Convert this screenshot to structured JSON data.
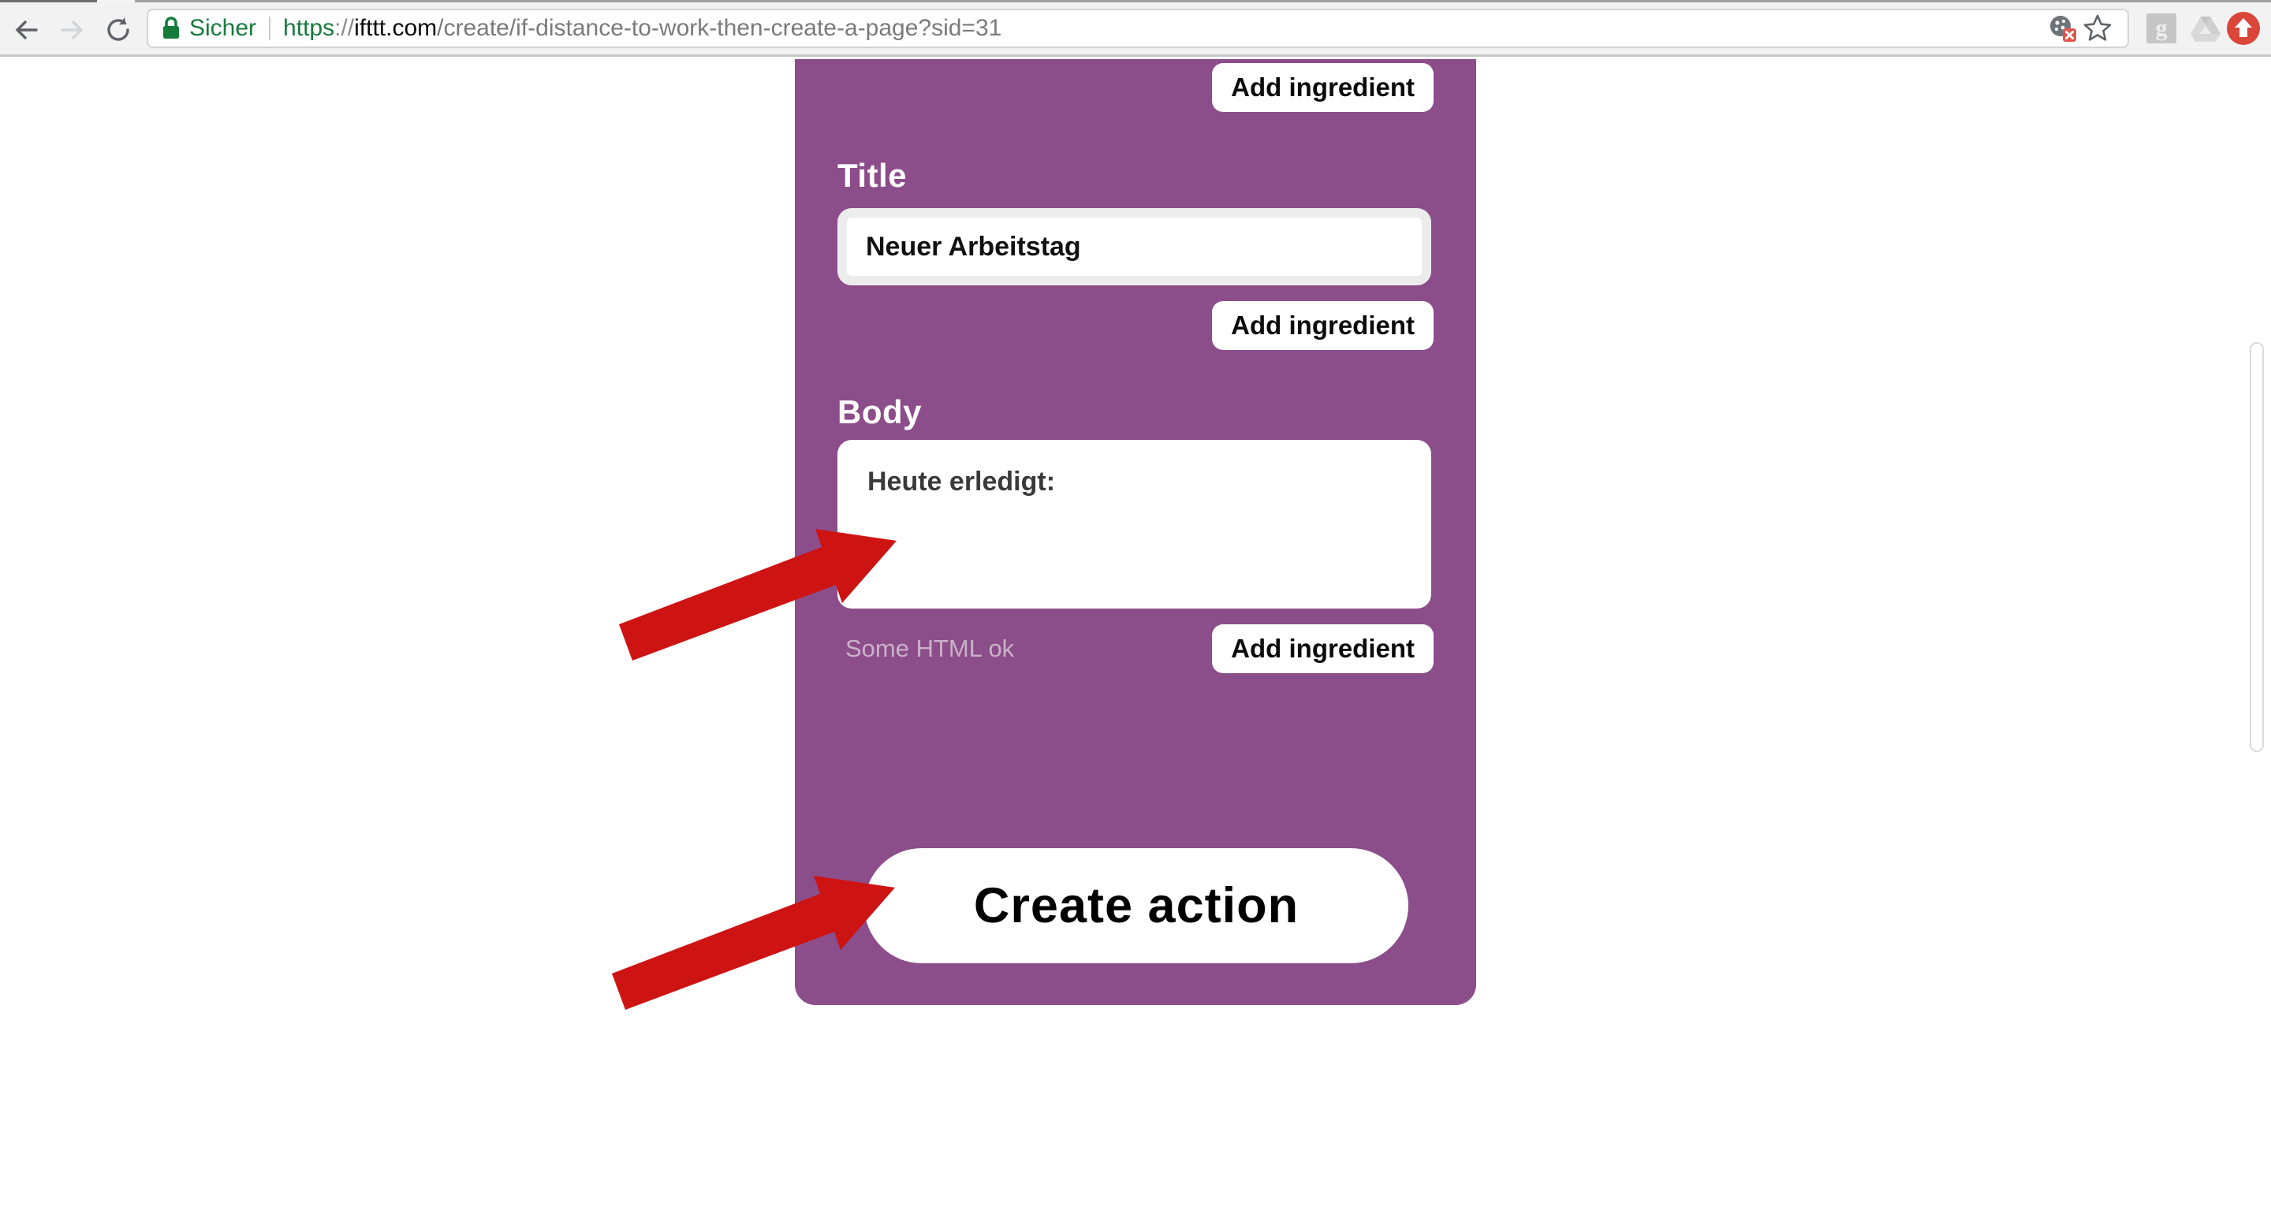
{
  "browser": {
    "security_label": "Sicher",
    "url_scheme": "https",
    "url_separator": "://",
    "url_domain": "ifttt.com",
    "url_path": "/create/if-distance-to-work-then-create-a-page?sid=31",
    "icons": {
      "back": "left-arrow",
      "forward": "right-arrow",
      "reload": "circular-arrow",
      "lock": "green-padlock",
      "cookie_blocked": "cookie-with-x-badge",
      "bookmark": "star-outline",
      "extension_g": "g",
      "extension_drive": "drive-triangle",
      "extension_update": "red-circle-up-arrow"
    }
  },
  "panel": {
    "add_ingredient_label": "Add ingredient",
    "title_label": "Title",
    "title_value": "Neuer Arbeitstag",
    "body_label": "Body",
    "body_value": "Heute erledigt:",
    "body_hint": "Some HTML ok",
    "create_action_label": "Create action"
  },
  "colors": {
    "panel_purple": "#8c4d8b",
    "secure_green": "#167c3c",
    "annotation_red": "#ce1313",
    "url_gray": "#7a7a7a",
    "chrome_bg": "#f2f2f2"
  }
}
